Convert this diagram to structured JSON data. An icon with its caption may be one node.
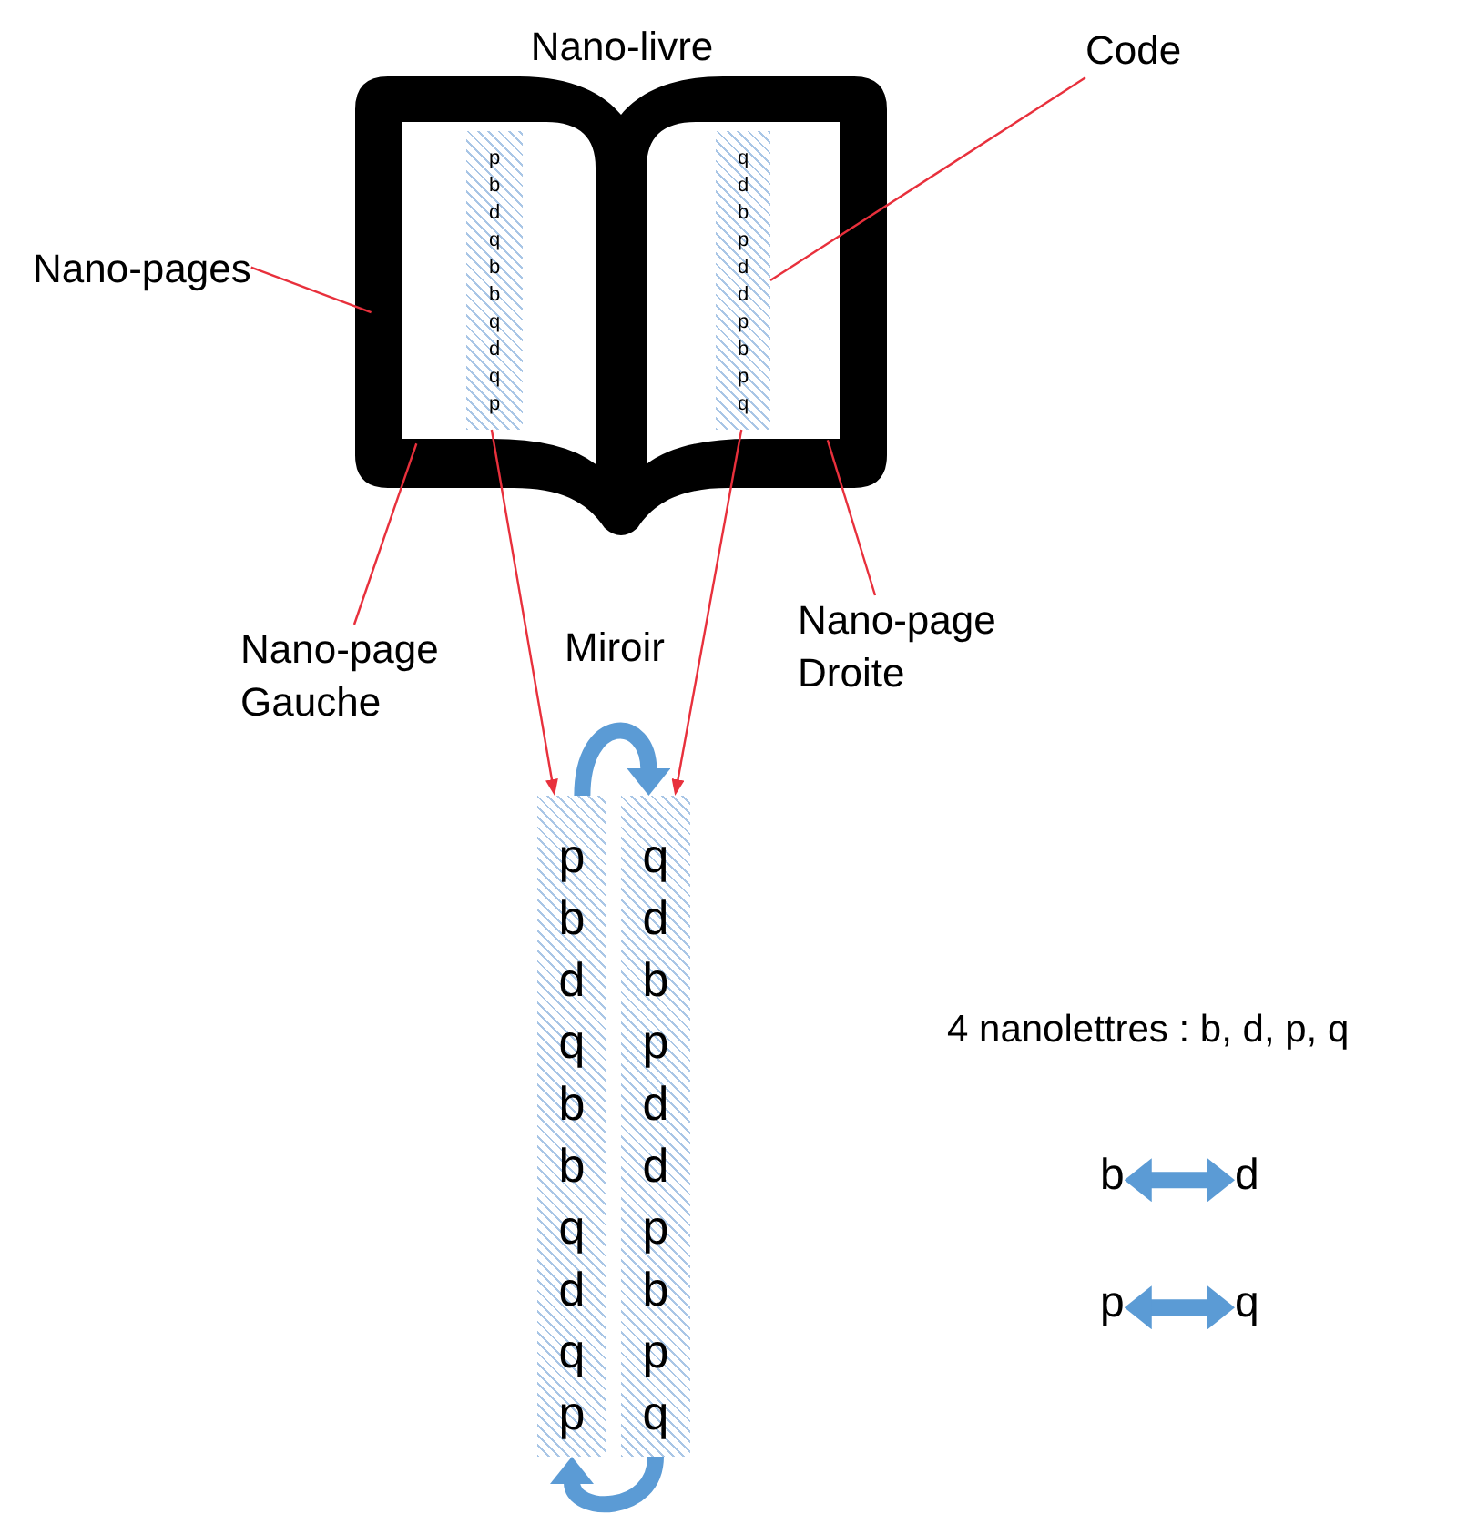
{
  "diagram": {
    "nodes": [
      {
        "text": [
          "Nano-livre"
        ]
      },
      {
        "text": [],
        "shape": "box",
        "in": 0
      },
      {
        "text": [
          "p b d q b b q d q p"
        ],
        "in": 1
      },
      {
        "text": [],
        "shape": "box",
        "in": 0
      },
      {
        "text": [
          "q d b p d d p b p q"
        ],
        "in": 3
      },
      {
        "text": [
          "Code"
        ]
      },
      {
        "text": [
          "Nano-pages"
        ]
      },
      {
        "text": [
          "Nano-page Gauche"
        ]
      },
      {
        "text": [
          "Nano-page Droite"
        ]
      },
      {
        "text": [
          "p b d q b b q d q p"
        ]
      },
      {
        "text": [
          "q d b p d d p b p q"
        ]
      },
      {
        "text": [
          "b"
        ]
      },
      {
        "text": [
          "d"
        ]
      },
      {
        "text": [
          "p"
        ]
      },
      {
        "text": [
          "q"
        ]
      }
    ],
    "edges": [
      {
        "from": 5,
        "to": 4,
        "arrow": "none"
      },
      {
        "from": 6,
        "to": 0,
        "arrow": "none"
      },
      {
        "from": 7,
        "to": 1,
        "arrow": "none"
      },
      {
        "from": 8,
        "to": 3,
        "arrow": "none"
      },
      {
        "from": 2,
        "to": 9,
        "arrow": "to"
      },
      {
        "from": 4,
        "to": 10,
        "arrow": "to"
      },
      {
        "from": 9,
        "to": 10,
        "arrow": "to",
        "style": "thick",
        "color": "#5b9bd5"
      },
      {
        "from": 10,
        "to": 9,
        "arrow": "to",
        "style": "thick",
        "color": "#5b9bd5"
      },
      {
        "from": 11,
        "to": 12,
        "arrow": "both",
        "style": "thick",
        "color": "#5b9bd5"
      },
      {
        "from": 13,
        "to": 14,
        "arrow": "both",
        "style": "thick",
        "color": "#5b9bd5"
      }
    ],
    "labels": [
      "Miroir",
      "4 nanolettres : b, d, p, q"
    ]
  }
}
